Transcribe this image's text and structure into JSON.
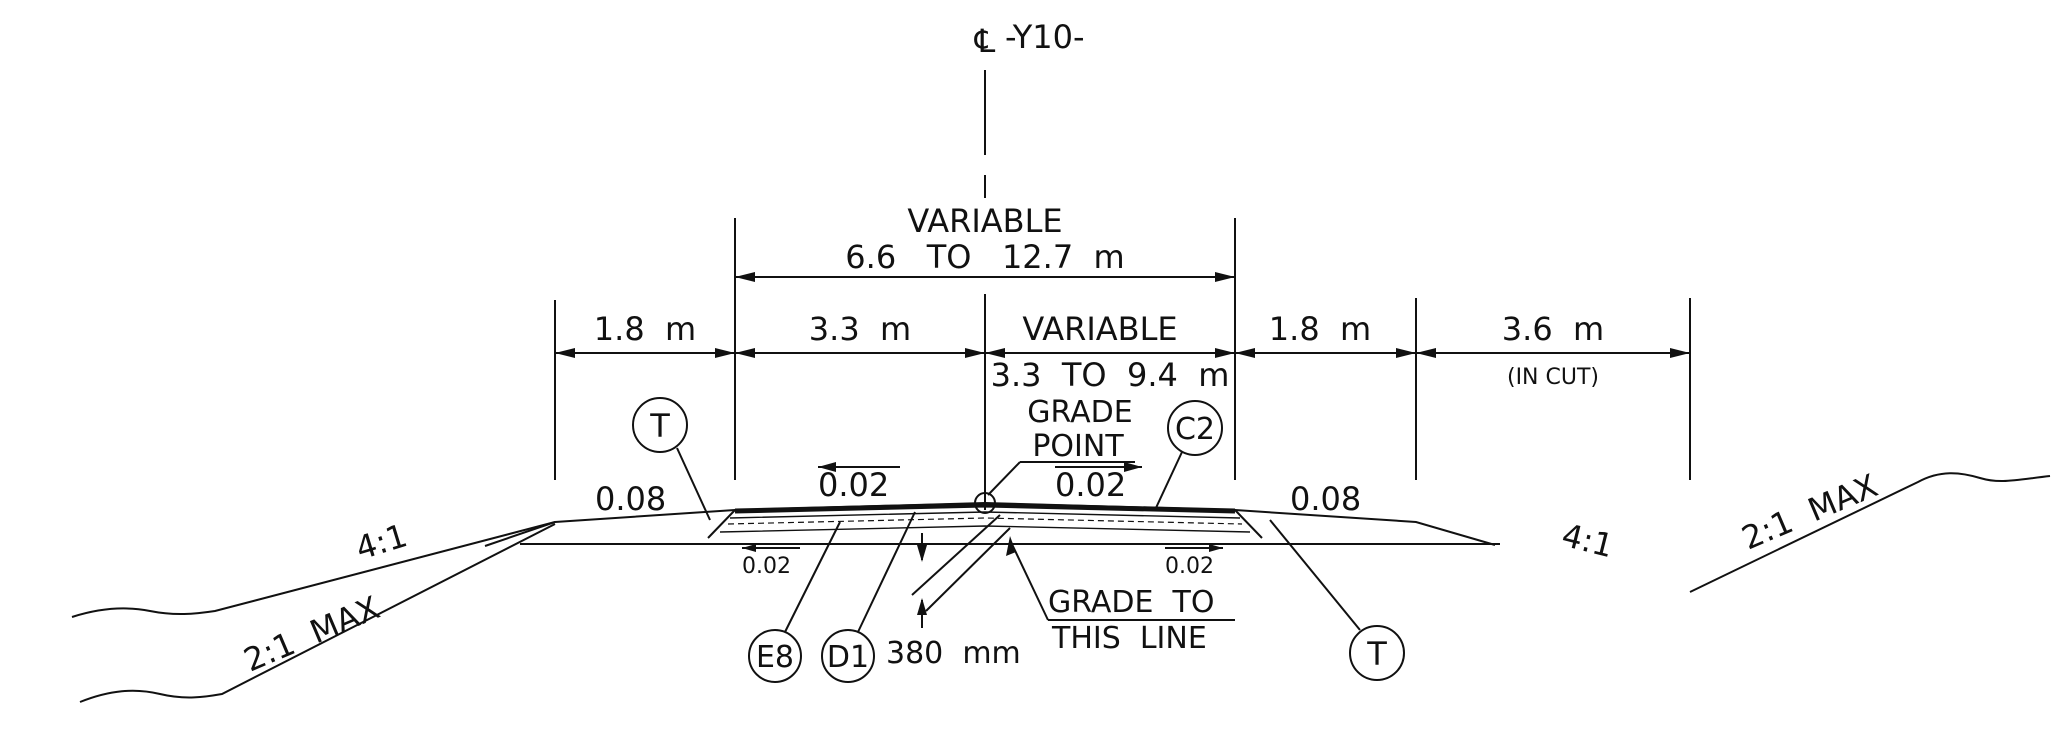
{
  "centerline": {
    "symbol": "℄",
    "label": "-Y10-"
  },
  "dimensions": {
    "overall_top": "VARIABLE",
    "overall_range": "6.6   TO   12.7  m",
    "left_shoulder": "1.8  m",
    "left_lane": "3.3  m",
    "right_lane_top": "VARIABLE",
    "right_lane_range": "3.3  TO  9.4  m",
    "right_shoulder": "1.8  m",
    "ditch_width": "3.6  m",
    "ditch_note": "(IN CUT)"
  },
  "slopes": {
    "left_shoulder": "0.08",
    "left_lane": "0.02",
    "right_lane": "0.02",
    "right_shoulder": "0.08",
    "left_subgrade": "0.02",
    "right_subgrade": "0.02",
    "left_fill": "4:1",
    "left_backslope": "2:1  MAX",
    "right_fill": "4:1",
    "right_backslope": "2:1  MAX"
  },
  "notes": {
    "grade_point_1": "GRADE",
    "grade_point_2": "POINT",
    "grade_line_1": "GRADE  TO",
    "grade_line_2": "THIS  LINE",
    "depth": "380  mm"
  },
  "callouts": {
    "t_left": "T",
    "c2": "C2",
    "e8": "E8",
    "d1": "D1",
    "t_right": "T"
  }
}
